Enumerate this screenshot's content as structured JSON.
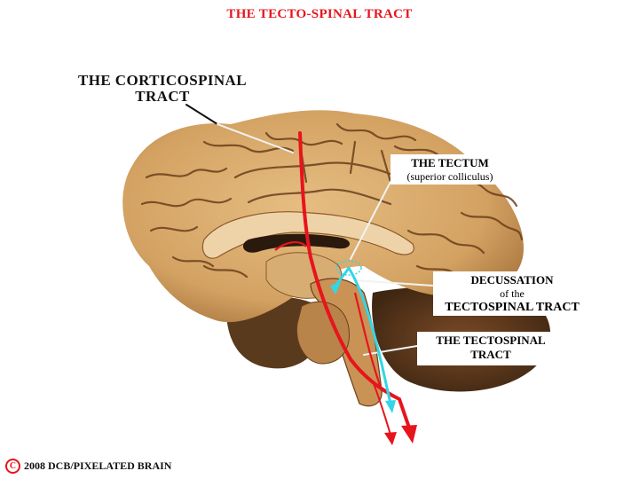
{
  "title": "THE TECTO-SPINAL TRACT",
  "labels": {
    "corticospinal_line1": "THE CORTICOSPINAL",
    "corticospinal_line2": "TRACT",
    "tectum_main": "THE TECTUM",
    "tectum_sub": "(superior colliculus)",
    "decussation_line1": "DECUSSATION",
    "decussation_line2": "of the",
    "decussation_line3": "TECTOSPINAL TRACT",
    "tectospinal_line1": "THE TECTOSPINAL",
    "tectospinal_line2": "TRACT"
  },
  "copyright": {
    "symbol": "C",
    "text": "2008  DCB/PIXELATED BRAIN"
  },
  "colors": {
    "title": "#e8141c",
    "corticospinal_tract": "#e8141c",
    "tectospinal_tract": "#33d6e6",
    "brain_tissue": "#d8a86a",
    "sulci": "#6b3f1c"
  }
}
